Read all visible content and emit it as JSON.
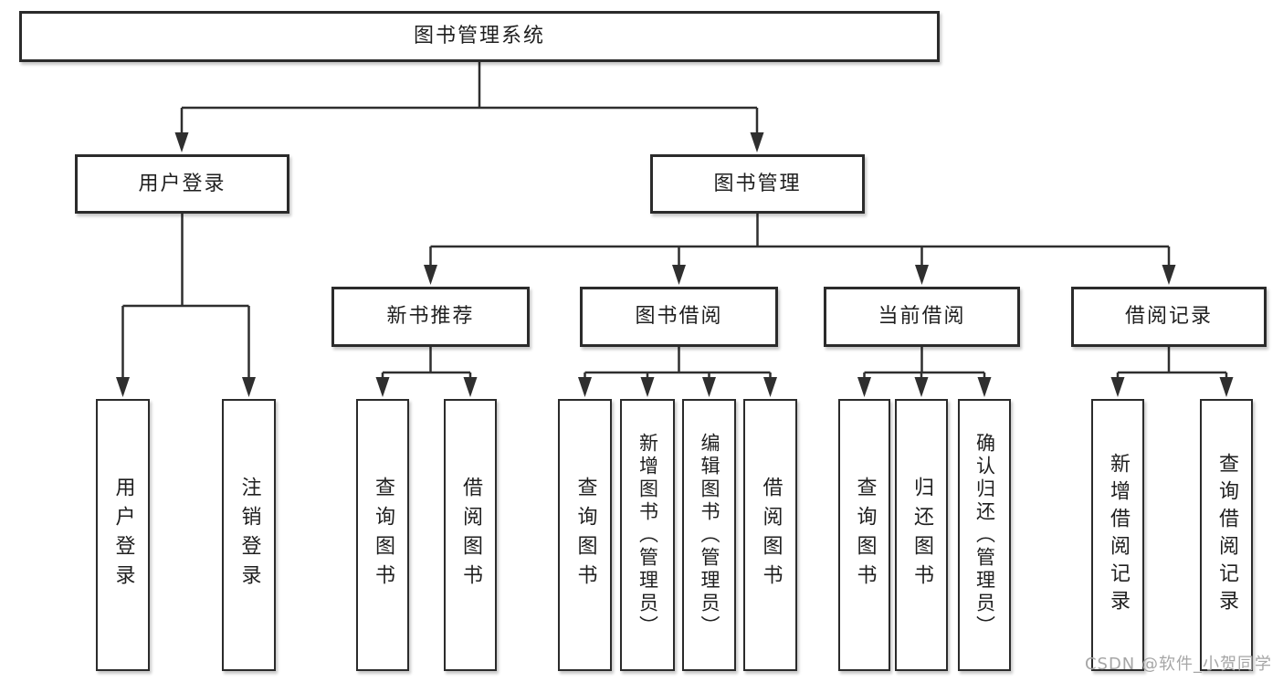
{
  "diagram": {
    "watermark": "CSDN @软件_小贺同学"
  },
  "colors": {
    "line": "#2f2f2f",
    "box_border": "#2b2b2b",
    "box_fill": "#ffffff",
    "text": "#1f1f1f",
    "watermark": "#a6a6a6"
  },
  "nodes": {
    "root": "图书管理系统",
    "user_login": "用户登录",
    "book_management": "图书管理",
    "new_book_recommend": "新书推荐",
    "book_borrowing": "图书借阅",
    "current_borrowing": "当前借阅",
    "borrowing_records": "借阅记录",
    "leaf_user_login": "用户登录",
    "leaf_logout": "注销登录",
    "leaf_query_books_1": "查询图书",
    "leaf_borrow_books_1": "借阅图书",
    "leaf_query_books_2": "查询图书",
    "leaf_add_books_admin": "新增图书（管理员）",
    "leaf_edit_books_admin": "编辑图书（管理员）",
    "leaf_borrow_books_2": "借阅图书",
    "leaf_query_books_3": "查询图书",
    "leaf_return_books": "归还图书",
    "leaf_confirm_return_admin": "确认归还（管理员）",
    "leaf_add_borrow_record": "新增借阅记录",
    "leaf_query_borrow_record": "查询借阅记录"
  }
}
